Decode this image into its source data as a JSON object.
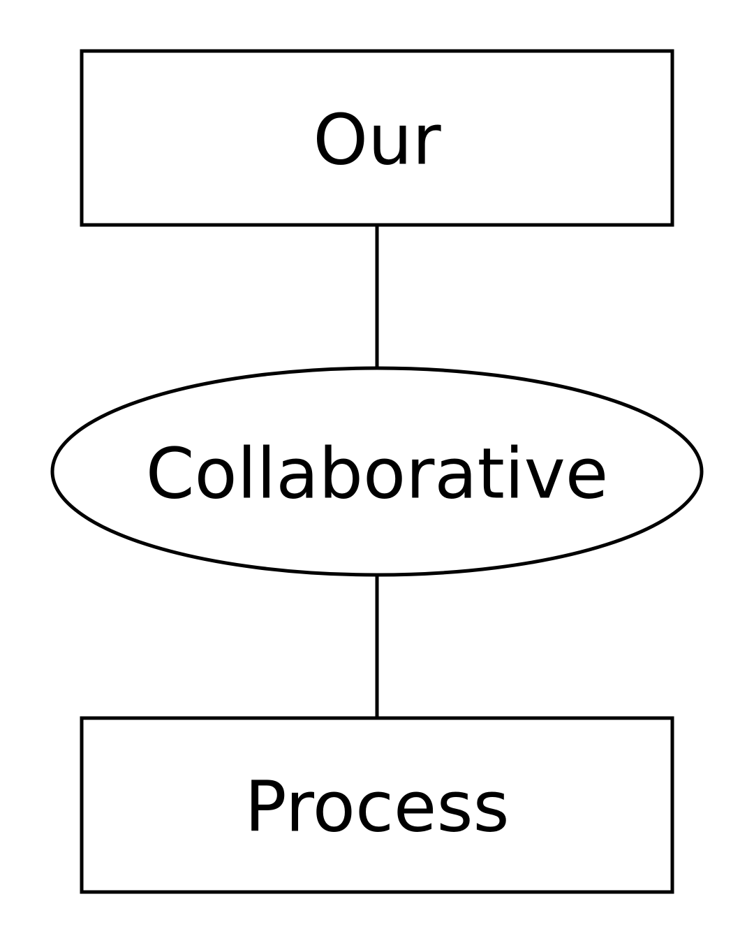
{
  "diagram": {
    "nodes": [
      {
        "id": "top",
        "shape": "rectangle",
        "label": "Our"
      },
      {
        "id": "middle",
        "shape": "ellipse",
        "label": "Collaborative"
      },
      {
        "id": "bottom",
        "shape": "rectangle",
        "label": "Process"
      }
    ],
    "edges": [
      {
        "from": "top",
        "to": "middle"
      },
      {
        "from": "middle",
        "to": "bottom"
      }
    ],
    "colors": {
      "stroke": "#000000",
      "fill": "#ffffff",
      "text": "#000000"
    }
  }
}
